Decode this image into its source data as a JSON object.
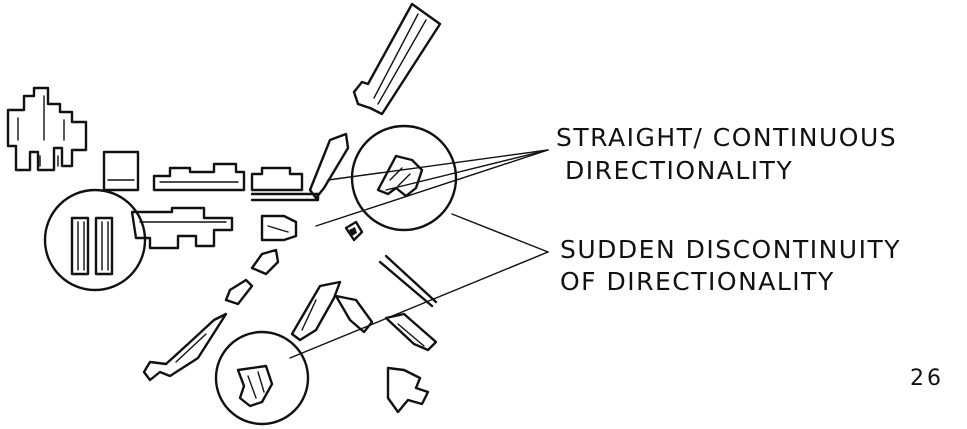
{
  "annotations": {
    "straight_line1": "STRAIGHT/ CONTINUOUS",
    "straight_line2": "DIRECTIONALITY",
    "sudden_line1": "SUDDEN DISCONTINUITY",
    "sudden_line2": "OF DIRECTIONALITY"
  },
  "page_number": "26",
  "ink_color": "#111111"
}
